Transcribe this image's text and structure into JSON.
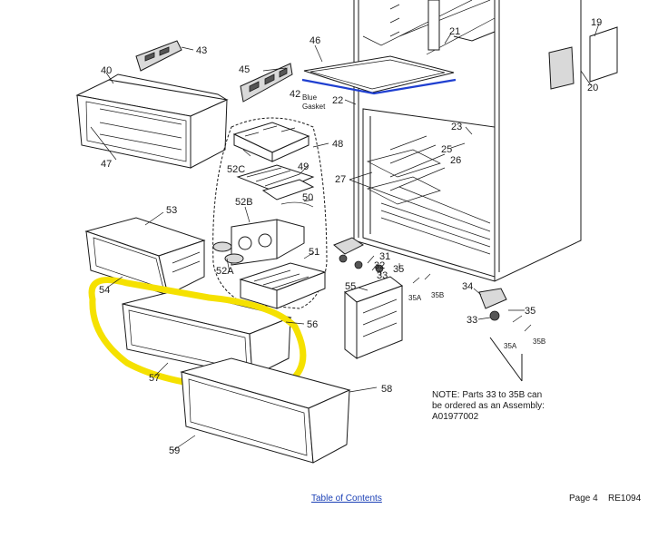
{
  "diagram": {
    "labels": {
      "p19": "19",
      "p20": "20",
      "p21": "21",
      "p22": "22",
      "p23": "23",
      "p25": "25",
      "p26": "26",
      "p27": "27",
      "p31": "31",
      "p32": "32",
      "p33a": "33",
      "p33b": "33",
      "p34": "34",
      "p35a": "35",
      "p35b": "35",
      "p35A_a": "35A",
      "p35B_a": "35B",
      "p35A_b": "35A",
      "p35B_b": "35B",
      "p40": "40",
      "p42": "42",
      "p43": "43",
      "p45": "45",
      "p46": "46",
      "p47": "47",
      "p48": "48",
      "p49": "49",
      "p50": "50",
      "p51": "51",
      "p52A": "52A",
      "p52B": "52B",
      "p52C": "52C",
      "p53": "53",
      "p54": "54",
      "p55": "55",
      "p56": "56",
      "p57": "57",
      "p58": "58",
      "p59": "59"
    },
    "gasket_line1": "Blue",
    "gasket_line2": "Gasket",
    "note": "NOTE: Parts 33 to 35B can\nbe ordered as an Assembly:\nA01977002"
  },
  "colors": {
    "highlight": "#f5e100",
    "gasket": "#1f3fd0",
    "link": "#1a3fb5"
  },
  "footer": {
    "toc_link": "Table of Contents",
    "page": "Page 4",
    "doc_id": "RE1094"
  }
}
